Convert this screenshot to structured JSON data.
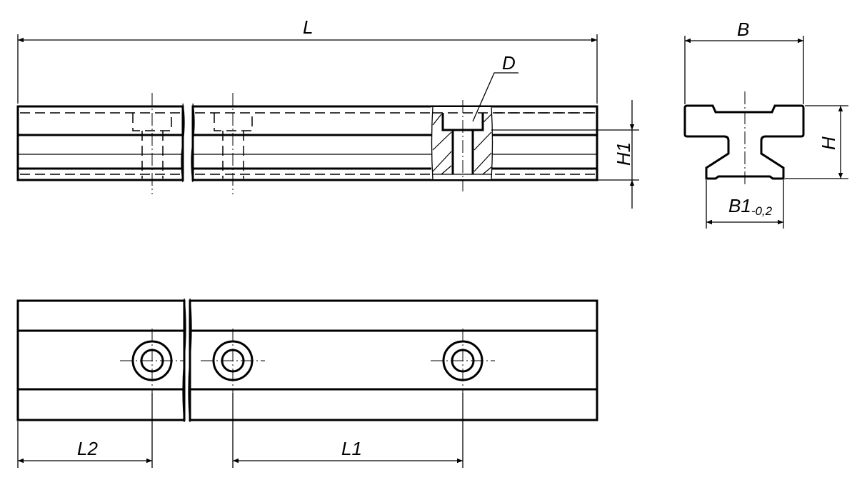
{
  "dimensions": {
    "L": "L",
    "D": "D",
    "H1": "H1",
    "B": "B",
    "H": "H",
    "B1": "B1",
    "B1_tolerance": "-0,2",
    "L1": "L1",
    "L2": "L2"
  },
  "colors": {
    "line": "#000000",
    "background": "#ffffff"
  }
}
